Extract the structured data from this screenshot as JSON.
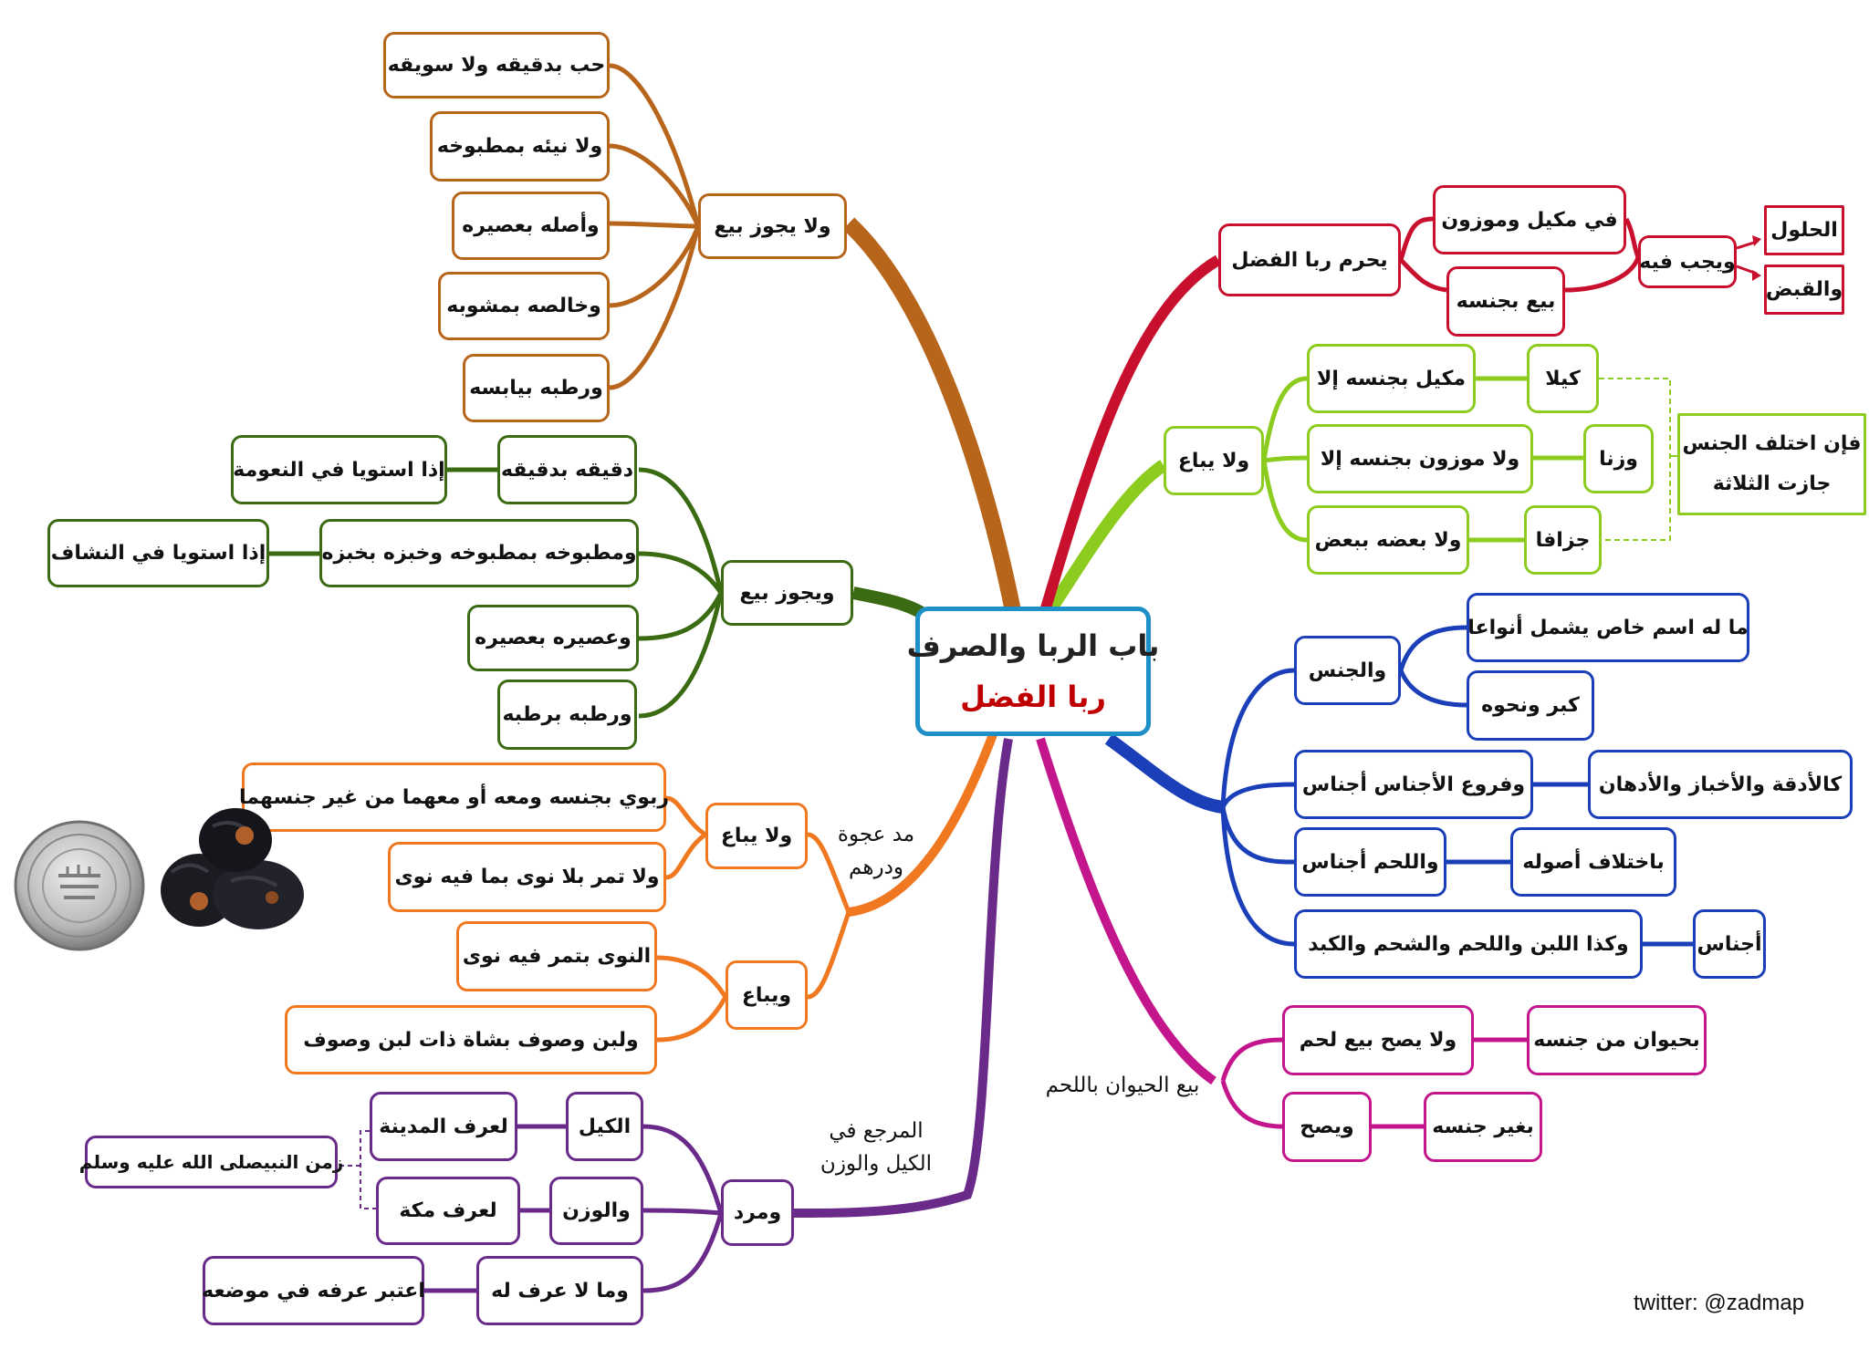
{
  "root": {
    "title": "باب الربا والصرف",
    "subtitle": "ربا الفضل"
  },
  "branches": {
    "red": {
      "color": "#c8102e",
      "main": "يحرم ربا الفضل",
      "sub1": "في مكيل وموزون",
      "sub2": "بيع بجنسه",
      "wajib": "ويجب فيه",
      "c1": "الحلول",
      "c2": "والقبض"
    },
    "lime": {
      "color": "#8ccc1f",
      "main": "ولا يباع",
      "r1": "مكيل بجنسه إلا",
      "r1b": "كيلا",
      "r2": "ولا موزون بجنسه إلا",
      "r2b": "وزنا",
      "r3": "ولا بعضه ببعض",
      "r3b": "جزافا",
      "note1": "فإن اختلف الجنس",
      "note2": "جازت الثلاثة"
    },
    "blue": {
      "color": "#1a3fb8",
      "jins": "والجنس",
      "j1": "ما له اسم خاص يشمل أنواعا",
      "j2": "كبر ونحوه",
      "furu": "وفروع الأجناس أجناس",
      "furu_ex": "كالأدقة والأخباز والأدهان",
      "lahm": "واللحم أجناس",
      "lahm_ex": "باختلاف أصوله",
      "laban": "وكذا اللبن واللحم والشحم والكبد",
      "laban_ex": "أجناس"
    },
    "magenta": {
      "color": "#c4168c",
      "label": "بيع الحيوان باللحم",
      "n1": "ولا يصح بيع لحم",
      "n1b": "بحيوان من جنسه",
      "n2": "ويصح",
      "n2b": "بغير جنسه"
    },
    "purple": {
      "color": "#6a2a8a",
      "label1": "المرجع في",
      "label2": "الكيل والوزن",
      "main": "ومرد",
      "kail": "الكيل",
      "kail_b": "لعرف المدينة",
      "wazn": "والوزن",
      "wazn_b": "لعرف مكة",
      "ma": "وما لا عرف له",
      "ma_b": "اعتبر عرفه في موضعه",
      "zaman": "زمن النبيصلى الله عليه وسلم"
    },
    "orange": {
      "color": "#f07820",
      "label1": "مد عجوة",
      "label2": "ودرهم",
      "la": "ولا يباع",
      "la1": "ربوي بجنسه ومعه أو معهما من غير جنسهما",
      "la2": "ولا تمر بلا نوى بما فيه نوى",
      "yubaa": "ويباع",
      "y1": "النوى بتمر فيه نوى",
      "y2": "ولبن وصوف بشاة ذات لبن وصوف"
    },
    "green": {
      "color": "#3a6b12",
      "main": "ويجوز بيع",
      "d1": "دقيقه بدقيقه",
      "d1b": "إذا استويا في النعومة",
      "d2": "ومطبوخه بمطبوخه وخبزه بخبزه",
      "d2b": "إذا استويا في النشاف",
      "d3": "وعصيره بعصيره",
      "d4": "ورطبه برطبه"
    },
    "brown": {
      "color": "#b8651c",
      "main": "ولا يجوز بيع",
      "b1": "حب بدقيقه ولا سويقه",
      "b2": "ولا نيئه بمطبوخه",
      "b3": "وأصله بعصيره",
      "b4": "وخالصه بمشوبه",
      "b5": "ورطبه بيابسه"
    }
  },
  "credit": "twitter: @zadmap"
}
